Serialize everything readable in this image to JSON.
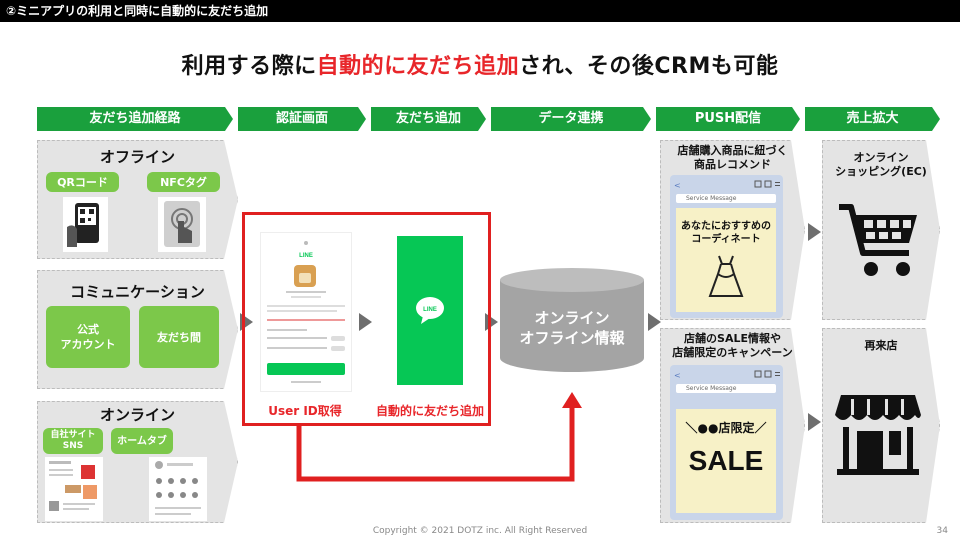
{
  "header": {
    "label": "②ミニアプリの利用と同時に自動的に友だち追加"
  },
  "headline": {
    "pre": "利用する際に",
    "highlight": "自動的に友だち追加",
    "post": "され、その後CRMも可能"
  },
  "stages": [
    "友だち追加経路",
    "認証画面",
    "友だち追加",
    "データ連携",
    "PUSH配信",
    "売上拡大"
  ],
  "routes": {
    "offline": {
      "title": "オフライン",
      "items": [
        "QRコード",
        "NFCタグ"
      ]
    },
    "communication": {
      "title": "コミュニケーション",
      "items": [
        "公式\nアカウント",
        "友だち間"
      ]
    },
    "online": {
      "title": "オンライン",
      "items": [
        "自社サイト\nSNS",
        "ホームタブ"
      ]
    }
  },
  "auth": {
    "caption": "User ID取得",
    "line_logo": "LINE"
  },
  "friend": {
    "caption": "自動的に友だち追加",
    "logo": "LINE"
  },
  "database": {
    "label": "オンライン\nオフライン情報"
  },
  "push": {
    "top": {
      "title": "店舗購入商品に紐づく\n商品レコメンド",
      "card": "あなたにおすすめの\nコーディネート",
      "tag": "Service Message"
    },
    "bottom": {
      "title": "店舗のSALE情報や\n店舗限定のキャンペーン",
      "small": "●●店限定",
      "big": "SALE",
      "tag": "Service Message"
    }
  },
  "sales": {
    "top": "オンライン\nショッピング(EC)",
    "bottom": "再来店"
  },
  "footer": {
    "copyright": "Copyright © 2021 DOTZ inc. All Right Reserved",
    "page": "34"
  },
  "colors": {
    "green": "#1aa03d",
    "light_green": "#7cc84a",
    "red": "#e8262a",
    "line_green": "#06c755"
  }
}
